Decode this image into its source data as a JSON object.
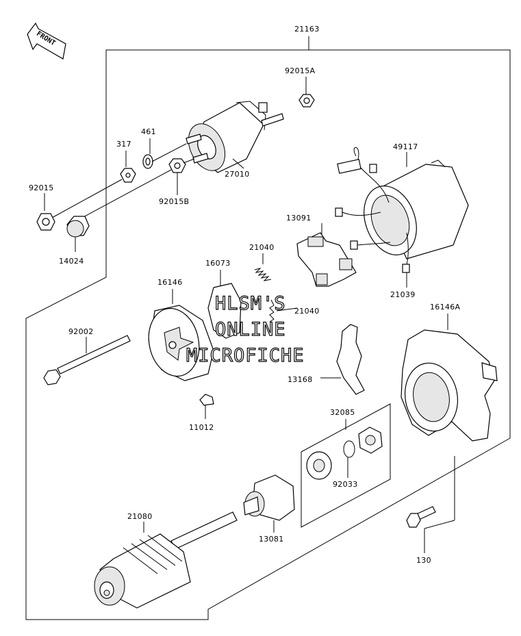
{
  "front_arrow": {
    "label": "FRONT"
  },
  "watermark": {
    "line1": "HLSM'S",
    "line2": "ONLINE",
    "line3": "MICROFICHE"
  },
  "parts": {
    "p21163": "21163",
    "p92015A": "92015A",
    "p461": "461",
    "p317": "317",
    "p27010": "27010",
    "p49117": "49117",
    "p92015": "92015",
    "p92015B": "92015B",
    "p14024": "14024",
    "p13091": "13091",
    "p21040a": "21040",
    "p16073": "16073",
    "p16146": "16146",
    "p21039": "21039",
    "p16146A": "16146A",
    "p21040b": "21040",
    "p92002": "92002",
    "p13168": "13168",
    "p11012": "11012",
    "p32085": "32085",
    "p92033": "92033",
    "p21080": "21080",
    "p13081": "13081",
    "p130": "130"
  }
}
